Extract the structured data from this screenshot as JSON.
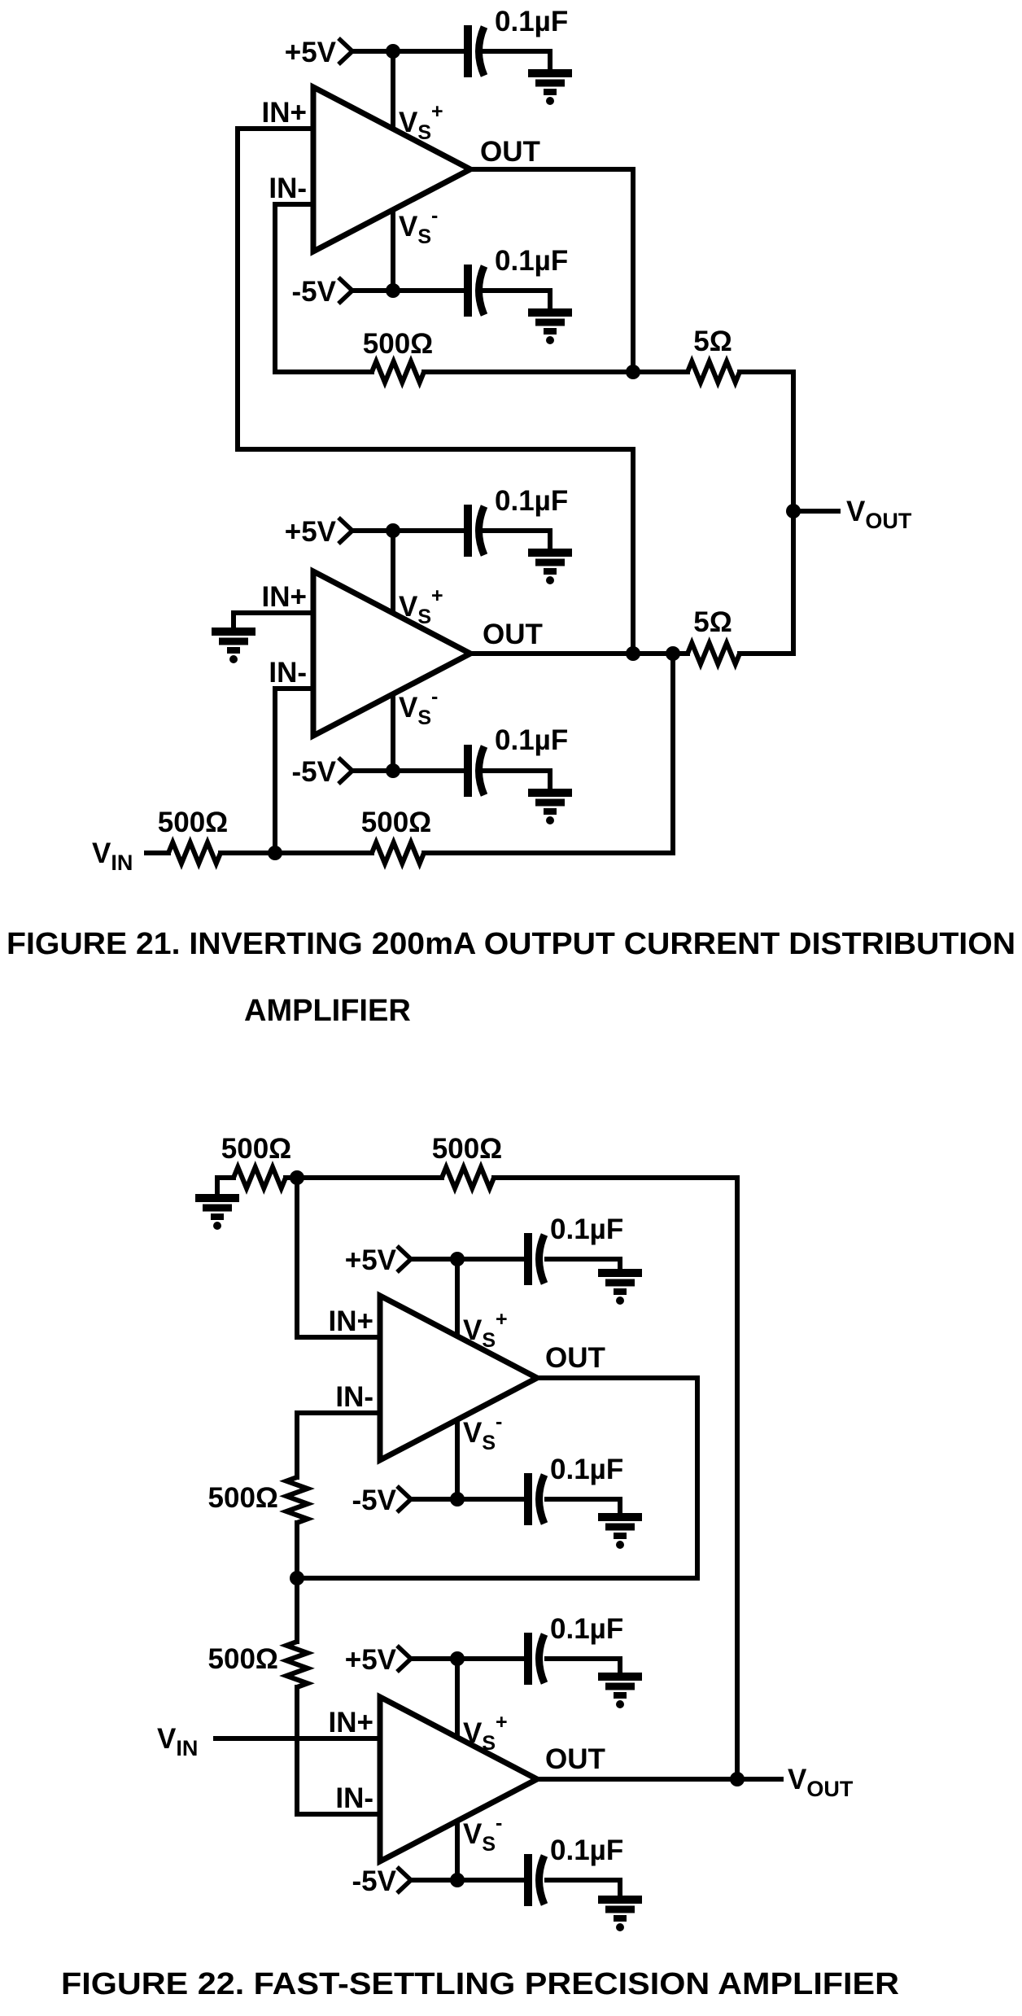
{
  "figures": {
    "fig21": {
      "caption_line1": "FIGURE 21.  INVERTING 200mA OUTPUT CURRENT DISTRIBUTION",
      "caption_line2": "AMPLIFIER"
    },
    "fig22": {
      "caption": "FIGURE 22.  FAST-SETTLING PRECISION AMPLIFIER"
    }
  },
  "labels": {
    "in_plus": "IN+",
    "in_minus": "IN-",
    "out": "OUT",
    "v": "V",
    "s_sub": "S",
    "plus": "+",
    "minus": "-",
    "pos5": "+5V",
    "neg5": "-5V",
    "cap_value": "0.1µF",
    "r500": "500Ω",
    "r5": "5Ω",
    "vin_sub": "IN",
    "vout_sub": "OUT"
  },
  "colors": {
    "ink": "#000000",
    "paper": "#ffffff"
  }
}
